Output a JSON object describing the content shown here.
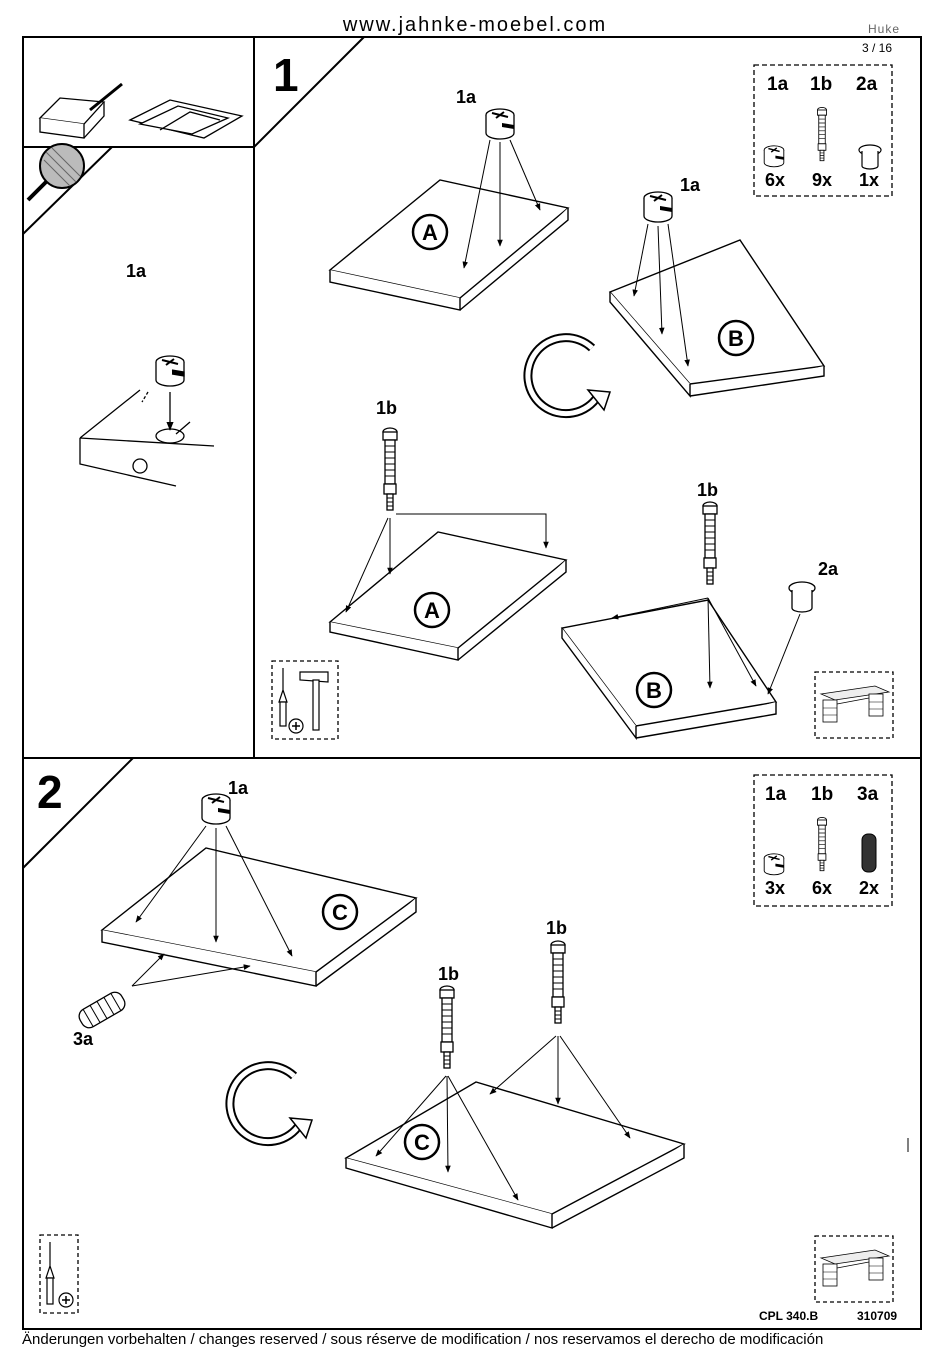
{
  "header": {
    "url": "www.jahnke-moebel.com",
    "brand": "Huke",
    "page": "3 / 16"
  },
  "step1": {
    "number": "1",
    "side_label": "1a",
    "parts": {
      "labels": [
        "1a",
        "1b",
        "2a"
      ],
      "counts": [
        "6x",
        "9x",
        "1x"
      ]
    },
    "panels": {
      "a": "A",
      "b": "B"
    },
    "callouts": {
      "cam_a": "1a",
      "cam_b": "1a",
      "bolt_a": "1b",
      "bolt_b": "1b",
      "cap": "2a"
    }
  },
  "step2": {
    "number": "2",
    "parts": {
      "labels": [
        "1a",
        "1b",
        "3a"
      ],
      "counts": [
        "3x",
        "6x",
        "2x"
      ]
    },
    "panels": {
      "c_top": "C",
      "c_bottom": "C"
    },
    "callouts": {
      "cam": "1a",
      "dowel": "3a",
      "bolt_left": "1b",
      "bolt_right": "1b"
    }
  },
  "footer": {
    "notice": "Änderungen vorbehalten / changes reserved / sous réserve de modification / nos reservamos el derecho de modificación",
    "model_code": "CPL 340.B",
    "doc_number": "310709"
  },
  "icons": [
    "box-icon",
    "magnifier-icon",
    "hammer-icon",
    "screwdriver-icon",
    "rotate-icon",
    "cam-lock-icon",
    "connector-bolt-icon",
    "cap-icon",
    "dowel-icon",
    "desk-preview-icon"
  ]
}
